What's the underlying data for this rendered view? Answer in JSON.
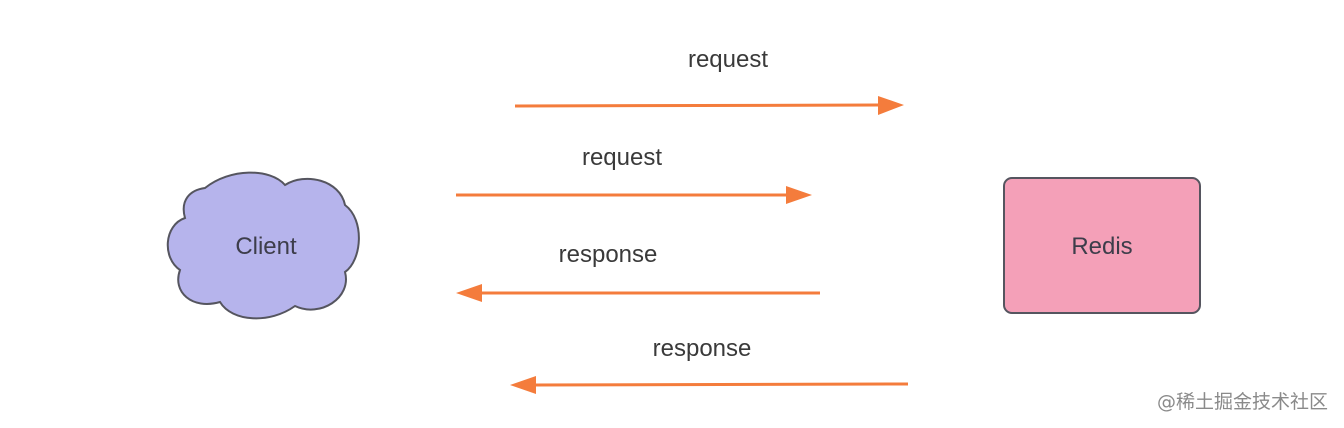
{
  "colors": {
    "arrow": "#f47c3c",
    "client_fill": "#b6b4ec",
    "client_stroke": "#55555f",
    "redis_fill": "#f4a0b8",
    "redis_stroke": "#55555f"
  },
  "nodes": {
    "client": {
      "label": "Client",
      "icon": "cloud-icon"
    },
    "redis": {
      "label": "Redis"
    }
  },
  "arrows": [
    {
      "label": "request",
      "direction": "right"
    },
    {
      "label": "request",
      "direction": "right"
    },
    {
      "label": "response",
      "direction": "left"
    },
    {
      "label": "response",
      "direction": "left"
    }
  ],
  "watermark": "@稀土掘金技术社区"
}
